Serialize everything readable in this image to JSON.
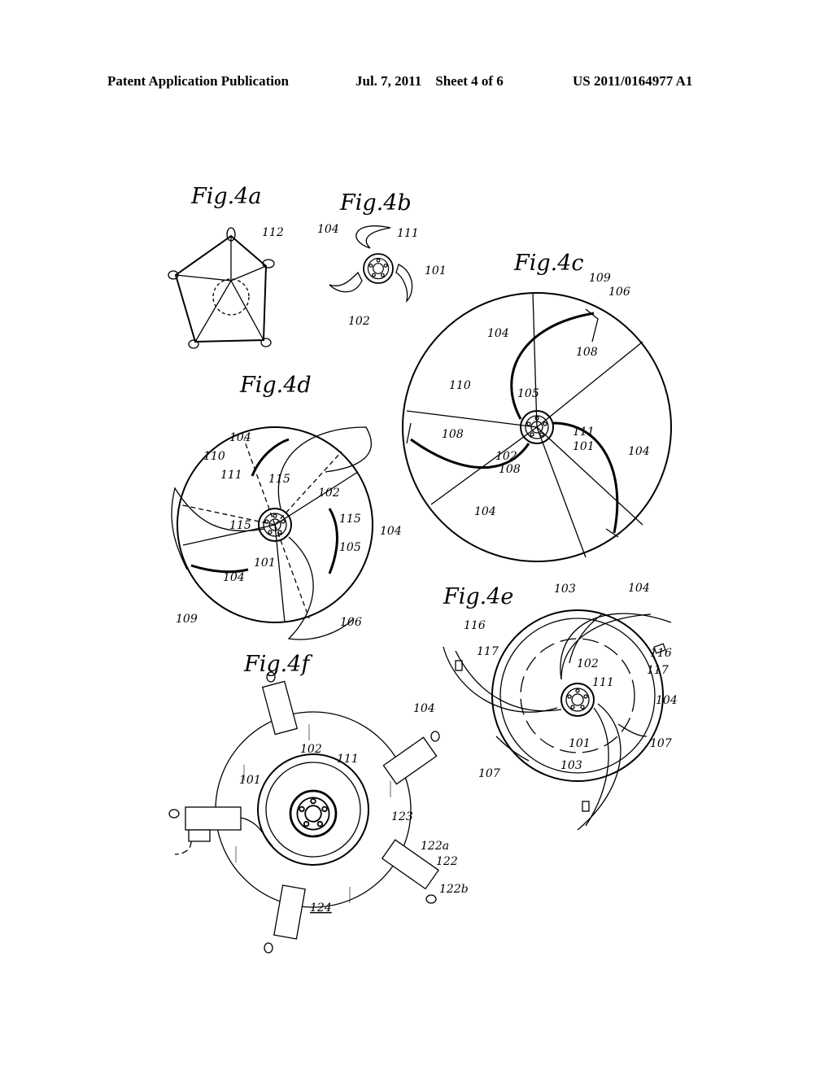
{
  "header": {
    "publication": "Patent Application Publication",
    "date_sheet": "Jul. 7, 2011    Sheet 4 of 6",
    "number": "US 2011/0164977 A1"
  },
  "figures": {
    "fig4a": {
      "title": "Fig.4a",
      "labels": [
        "112"
      ]
    },
    "fig4b": {
      "title": "Fig.4b",
      "labels": [
        "104",
        "111",
        "101",
        "102"
      ]
    },
    "fig4c": {
      "title": "Fig.4c",
      "labels": [
        "109",
        "106",
        "104",
        "108",
        "110",
        "105",
        "108",
        "111",
        "102",
        "101",
        "104",
        "108",
        "104"
      ]
    },
    "fig4d": {
      "title": "Fig.4d",
      "labels": [
        "104",
        "110",
        "111",
        "115",
        "102",
        "115",
        "115",
        "104",
        "105",
        "101",
        "104",
        "109",
        "106"
      ]
    },
    "fig4e": {
      "title": "Fig.4e",
      "labels": [
        "103",
        "104",
        "116",
        "117",
        "116",
        "102",
        "117",
        "111",
        "104",
        "104",
        "101",
        "107",
        "103",
        "107"
      ]
    },
    "fig4f": {
      "title": "Fig.4f",
      "labels": [
        "102",
        "111",
        "101",
        "123",
        "122a",
        "122",
        "122b",
        "124"
      ]
    }
  }
}
